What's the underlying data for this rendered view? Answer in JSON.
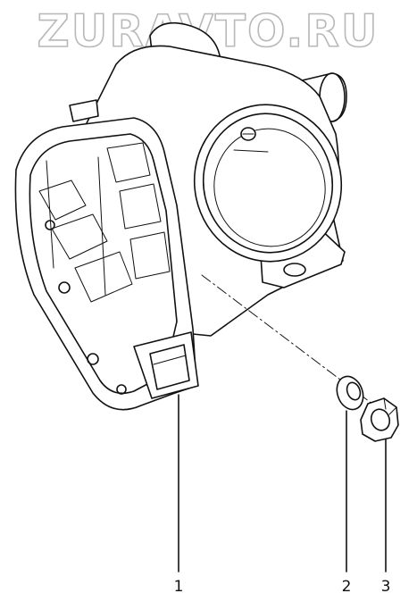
{
  "watermark": {
    "text": "ZURAVTO.RU"
  },
  "callouts": [
    {
      "number": "1",
      "part": "throttle-body"
    },
    {
      "number": "2",
      "part": "washer"
    },
    {
      "number": "3",
      "part": "nut"
    }
  ]
}
